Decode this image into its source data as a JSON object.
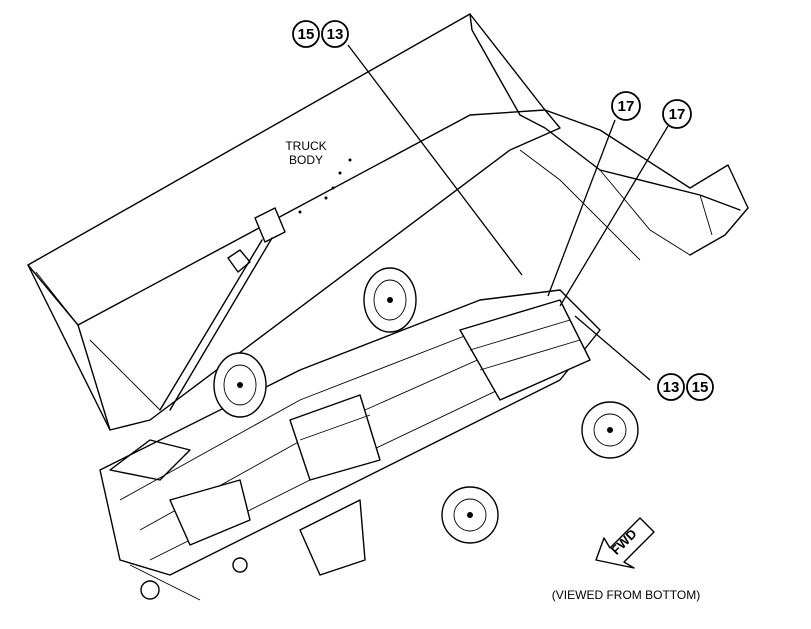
{
  "diagram": {
    "body_label_line1": "TRUCK",
    "body_label_line2": "BODY",
    "view_note": "(VIEWED FROM BOTTOM)",
    "fwd_arrow_text": "FWD"
  },
  "callouts": {
    "top_left_a": "15",
    "top_left_b": "13",
    "right_mid_a": "17",
    "right_mid_b": "17",
    "bottom_right_a": "13",
    "bottom_right_b": "15"
  }
}
